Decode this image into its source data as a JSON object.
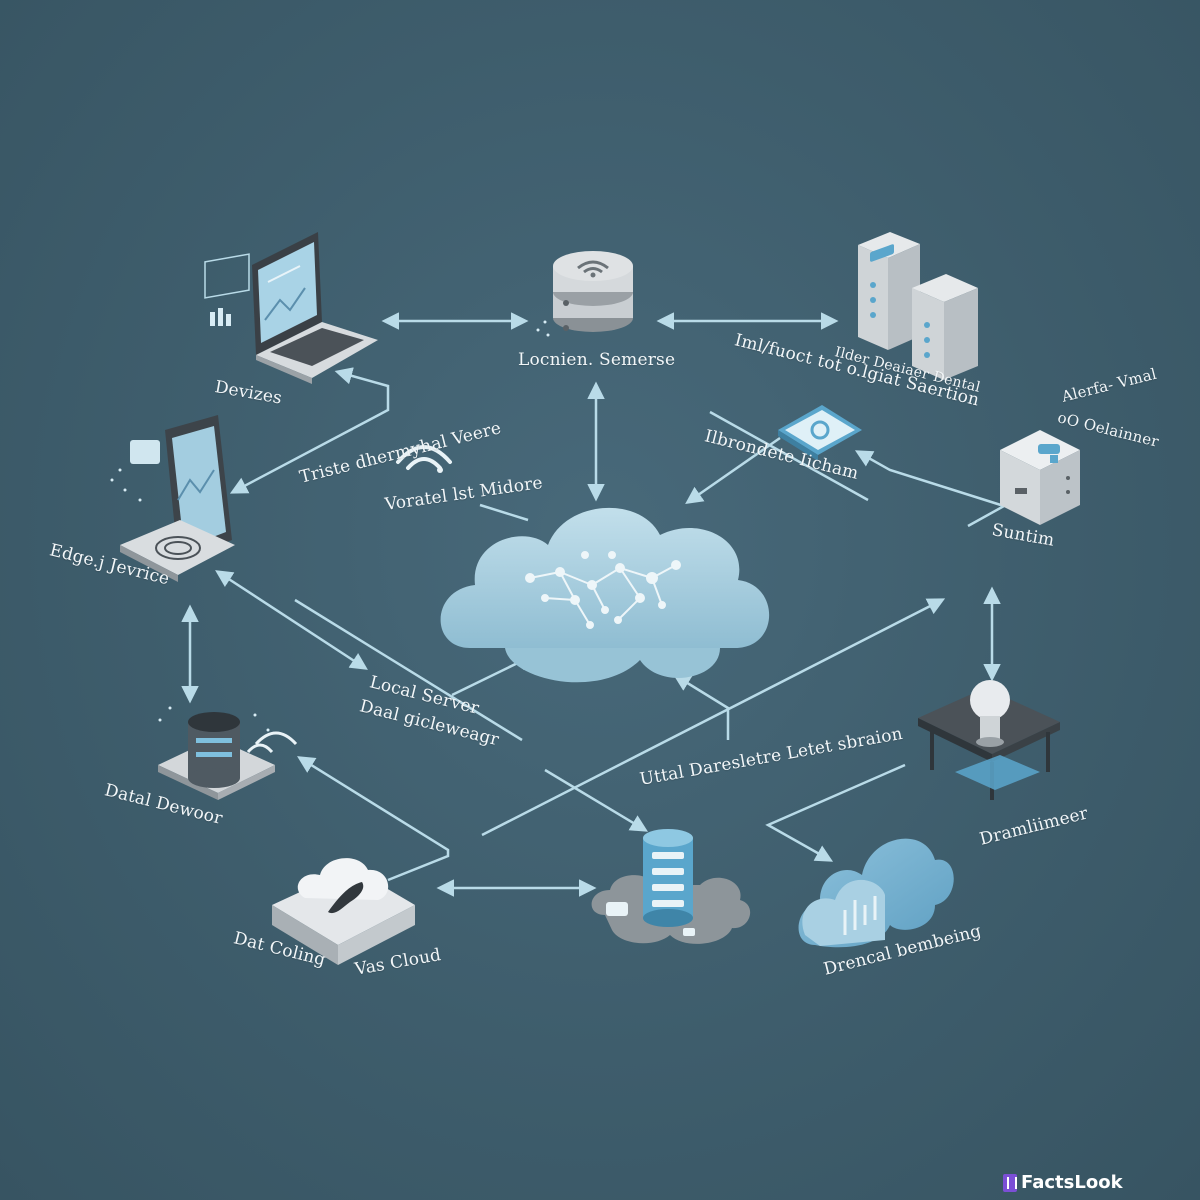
{
  "labels": {
    "devices": "Devizes",
    "local_servers": "Locnien. Semerse",
    "impl_1": "Iml/fuoct tot o.lgiat Saertion",
    "impl_2": "Ilder Deaiaer Dental",
    "alert_1": "Alerfa- Vmal",
    "alert_2": "oO Oelainner",
    "triste": "Triste dhermyhal Veere",
    "vorstel": "Voratel lst Midore",
    "brondete": "Ilbrondete Iicham",
    "suntim": "Suntim",
    "edge": "Edge.j Jevrice",
    "local_server": "Local Server",
    "dal_gateway": "Daal gicleweagr",
    "utital": "Uttal Daresletre Letet sbraion",
    "datal_dewoor": "Datal Dewoor",
    "dat_coling": "Dat Coling",
    "vas_cloud": "Vas Cloud",
    "dremiimeer": "Dramliimeer",
    "drondal": "Drencal bembeing"
  },
  "brand": "FactsLook",
  "colors": {
    "background": "#3f5f6e",
    "arrow": "#b9dbe8",
    "cloud": "#a9cfe0",
    "device_light": "#e4e7ea",
    "device_dark": "#4b5258",
    "accent_blue": "#5aa6cc"
  }
}
